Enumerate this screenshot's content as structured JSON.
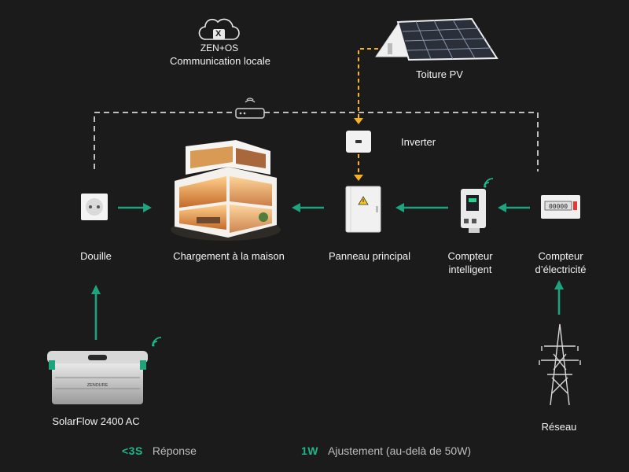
{
  "brand": {
    "logo_letter": "X",
    "name": "ZEN+OS",
    "subtitle": "Communication locale"
  },
  "nodes": {
    "pv": "Toiture PV",
    "inverter": "Inverter",
    "outlet": "Douille",
    "home": "Chargement à la maison",
    "panel": "Panneau principal",
    "smart_meter": [
      "Compteur",
      "intelligent"
    ],
    "elec_meter": [
      "Compteur",
      "d’électricité"
    ],
    "battery": "SolarFlow 2400 AC",
    "grid": "Réseau"
  },
  "device_text": {
    "battery_brand": "ZENDURE",
    "meter_display": "00000"
  },
  "legend": [
    {
      "value": "<3S",
      "text": "Réponse"
    },
    {
      "value": "1W",
      "text": "Ajustement (au-delà de 50W)"
    }
  ],
  "colors": {
    "background": "#1b1b1b",
    "flow_arrow": "#1fa37e",
    "dc_line": "#f5b324",
    "comm_line": "#bfbfbf",
    "wifi": "#1fb58a"
  }
}
